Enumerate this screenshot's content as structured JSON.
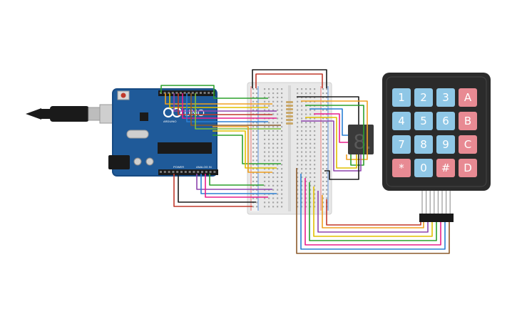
{
  "arduino": {
    "brand_label": "UNO",
    "small_logo_text": "ARDUINO",
    "power_label": "POWER",
    "analog_label": "ANALOG IN"
  },
  "seven_segment": {
    "display_text": "8."
  },
  "keypad": {
    "rows": [
      [
        {
          "label": "1",
          "kind": "digit"
        },
        {
          "label": "2",
          "kind": "digit"
        },
        {
          "label": "3",
          "kind": "digit"
        },
        {
          "label": "A",
          "kind": "letter"
        }
      ],
      [
        {
          "label": "4",
          "kind": "digit"
        },
        {
          "label": "5",
          "kind": "digit"
        },
        {
          "label": "6",
          "kind": "digit"
        },
        {
          "label": "B",
          "kind": "letter"
        }
      ],
      [
        {
          "label": "7",
          "kind": "digit"
        },
        {
          "label": "8",
          "kind": "digit"
        },
        {
          "label": "9",
          "kind": "digit"
        },
        {
          "label": "C",
          "kind": "letter"
        }
      ],
      [
        {
          "label": "*",
          "kind": "special"
        },
        {
          "label": "0",
          "kind": "digit"
        },
        {
          "label": "#",
          "kind": "special"
        },
        {
          "label": "D",
          "kind": "letter"
        }
      ]
    ],
    "connector_pins": 8
  },
  "colors": {
    "board_blue": "#1f5a99",
    "board_edge": "#174a82",
    "breadboard": "#e8e8e8",
    "keypad_body": "#2b2b2b",
    "key_digit": "#8fc7e6",
    "key_letter": "#e88a93",
    "key_special": "#e88a93",
    "display_body": "#3a3a3a",
    "segment_on": "#555555",
    "wire_palette": [
      "#2ca02c",
      "#f0a020",
      "#e0c000",
      "#8e44ad",
      "#c0392b",
      "#1a1a1a",
      "#e91e8c",
      "#2a7fd4",
      "#8b5a2b",
      "#7fbf3f"
    ]
  },
  "icons": {
    "usb_cable": "usb-cable-icon"
  }
}
